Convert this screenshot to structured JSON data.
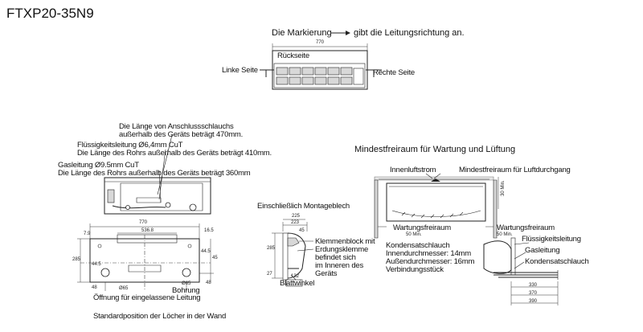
{
  "model": "FTXP20-35N9",
  "marking_note_pre": "Die Markierung",
  "marking_note_post": "gibt die Leitungsrichtung an.",
  "top_view": {
    "width_dim": "770",
    "back_side": "Rückseite",
    "left_side": "Linke Seite",
    "right_side": "Rechte Seite"
  },
  "hose_note": {
    "line1": "Die Länge von Anschlussschlauchs",
    "line2": "außerhalb des Geräts beträgt 470mm.",
    "liquid1": "Flüssigkeitsleitung Ø6,4mm CuT",
    "liquid2": "Die Länge des Rohrs außerhalb des Geräts beträgt 410mm.",
    "gas1": "Gasleitung Ø9.5mm CuT",
    "gas2": "Die Länge des Rohrs außerhalb des Geräts beträgt 360mm"
  },
  "front_dims": {
    "d770": "770",
    "d5368": "536.8",
    "d165": "16.5",
    "d79": "7.9",
    "d285": "285",
    "d445l": "44.5",
    "d445r": "44.5",
    "d45": "45",
    "d48l": "48",
    "d48r": "48",
    "dphi65l": "Ø65",
    "dphi65r": "Ø65",
    "bohrung": "Bohrung",
    "opening": "Öffnung für eingelassene Leitung",
    "standard": "Standardposition der Löcher in der Wand"
  },
  "side_view": {
    "title": "Einschließlich Montageblech",
    "d225": "225",
    "d223": "223",
    "d45": "45",
    "d285": "285",
    "d27": "27",
    "d132": "132",
    "clamp1": "Klemmenblock mit",
    "clamp2": "Erdungsklemme",
    "clamp3": "befindet sich",
    "clamp4": "im Inneren des",
    "clamp5": "Geräts",
    "bracket": "Blattwinkel"
  },
  "service": {
    "title": "Mindestfreiraum für Wartung und Lüftung",
    "indoor_air": "Innenluftstrom",
    "air_passage": "Mindestfreiraum für Luftdurchgang",
    "min30": "30 Min.",
    "service_space_l": "Wartungsfreiraum",
    "min50_l": "50 Min.",
    "service_space_r": "Wartungsfreiraum",
    "min50_r": "50 Min.",
    "condensate_hose": "Kondensatschlauch",
    "inner_d": "Innendurchmesser: 14mm",
    "outer_d": "Außendurchmesser: 16mm",
    "connector": "Verbindungsstück",
    "liquid_pipe": "Flüssigkeitsleitung",
    "gas_pipe": "Gasleitung",
    "condensate_hose2": "Kondensatschlauch",
    "d330": "330",
    "d370": "370",
    "d390": "390"
  }
}
